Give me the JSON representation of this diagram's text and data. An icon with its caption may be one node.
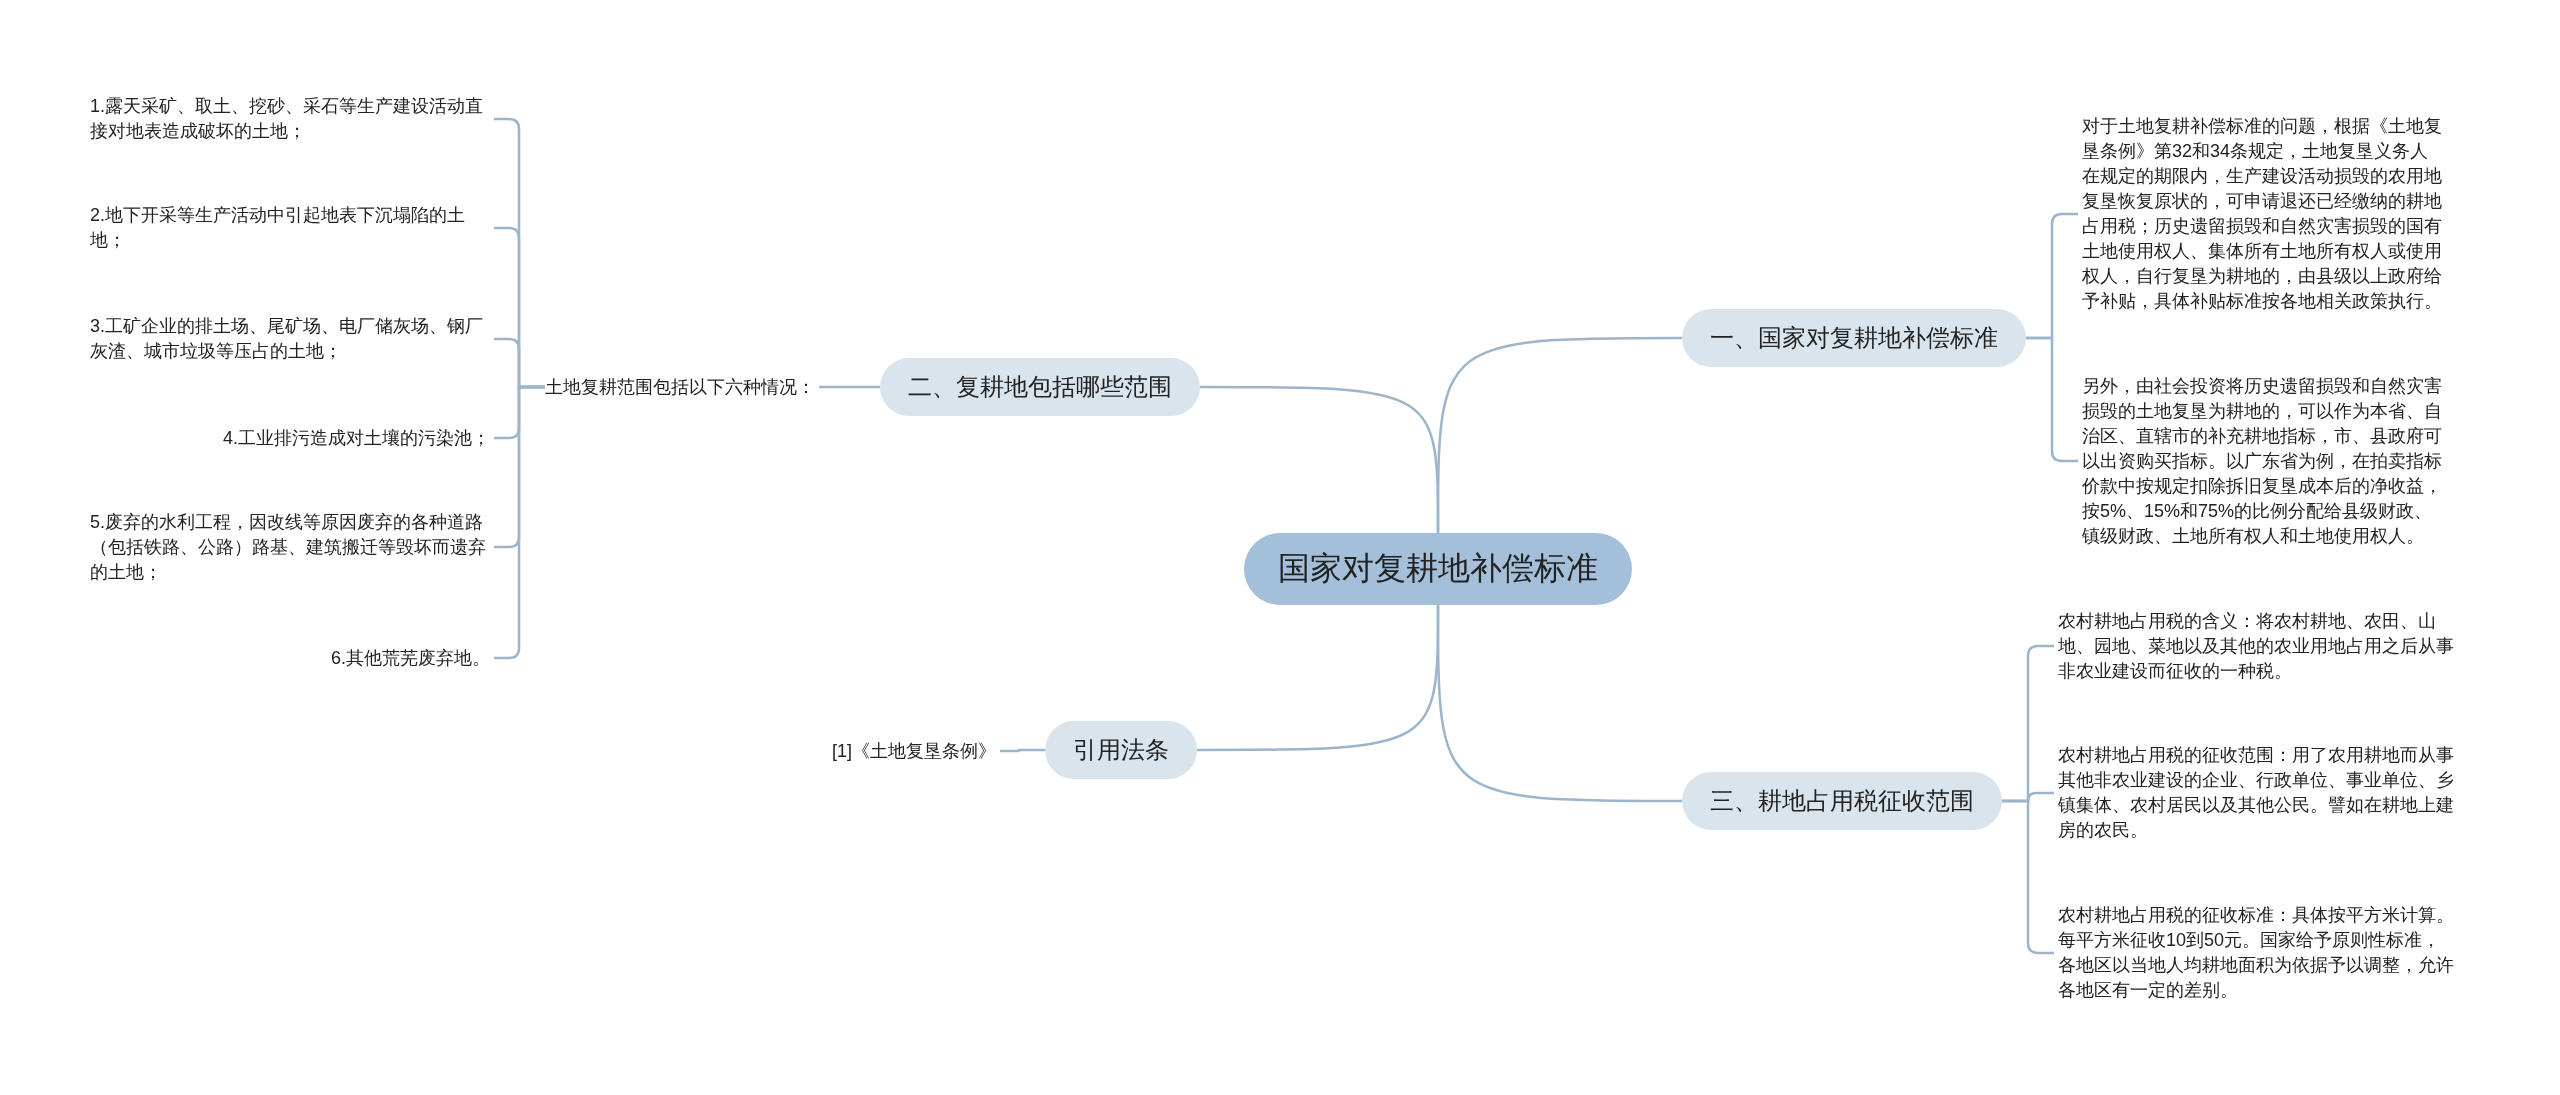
{
  "diagram": {
    "nodes": [
      {
        "text": [
          "国家对复耕地补偿标准"
        ]
      },
      {
        "text": [
          "一、国家对复耕地补偿标准"
        ]
      },
      {
        "text": [
          "对于土地复耕补偿标准的问题，根据《土地复垦条例》第32和34条规定，土地复垦义务人在规定的期限内，生产建设活动损毁的农用地复垦恢复原状的，可申请退还已经缴纳的耕地占用税；历史遗留损毁和自然灾害损毁的国有土地使用权人、集体所有土地所有权人或使用权人，自行复垦为耕地的，由县级以上政府给予补贴，具体补贴标准按各地相关政策执行。"
        ]
      },
      {
        "text": [
          "另外，由社会投资将历史遗留损毁和自然灾害损毁的土地复垦为耕地的，可以作为本省、自治区、直辖市的补充耕地指标，市、县政府可以出资购买指标。以广东省为例，在拍卖指标价款中按规定扣除拆旧复垦成本后的净收益，按5%、15%和75%的比例分配给县级财政、镇级财政、土地所有权人和土地使用权人。"
        ]
      },
      {
        "text": [
          "二、复耕地包括哪些范围"
        ]
      },
      {
        "text": [
          "土地复耕范围包括以下六种情况："
        ]
      },
      {
        "text": [
          "1.露天采矿、取土、挖砂、采石等生产建设活动直接对地表造成破坏的土地；"
        ]
      },
      {
        "text": [
          "2.地下开采等生产活动中引起地表下沉塌陷的土地；"
        ]
      },
      {
        "text": [
          "3.工矿企业的排土场、尾矿场、电厂储灰场、钢厂灰渣、城市垃圾等压占的土地；"
        ]
      },
      {
        "text": [
          "4.工业排污造成对土壤的污染池；"
        ]
      },
      {
        "text": [
          "5.废弃的水利工程，因改线等原因废弃的各种道路（包括铁路、公路）路基、建筑搬迁等毁坏而遗弃的土地；"
        ]
      },
      {
        "text": [
          "6.其他荒芜废弃地。"
        ]
      },
      {
        "text": [
          "三、耕地占用税征收范围"
        ]
      },
      {
        "text": [
          "农村耕地占用税的含义：将农村耕地、农田、山地、园地、菜地以及其他的农业用地占用之后从事非农业建设而征收的一种税。"
        ]
      },
      {
        "text": [
          "农村耕地占用税的征收范围：用了农用耕地而从事其他非农业建设的企业、行政单位、事业单位、乡镇集体、农村居民以及其他公民。譬如在耕地上建房的农民。"
        ]
      },
      {
        "text": [
          "农村耕地占用税的征收标准：具体按平方米计算。每平方米征收10到50元。国家给予原则性标准，各地区以当地人均耕地面积为依据予以调整，允许各地区有一定的差别。"
        ]
      },
      {
        "text": [
          "引用法条"
        ]
      },
      {
        "text": [
          "[1]《土地复垦条例》"
        ]
      }
    ],
    "edges": [
      {
        "from": 0,
        "to": 1,
        "arrow": "none"
      },
      {
        "from": 1,
        "to": 2,
        "arrow": "none"
      },
      {
        "from": 1,
        "to": 3,
        "arrow": "none"
      },
      {
        "from": 0,
        "to": 4,
        "arrow": "none"
      },
      {
        "from": 4,
        "to": 5,
        "arrow": "none"
      },
      {
        "from": 5,
        "to": 6,
        "arrow": "none"
      },
      {
        "from": 5,
        "to": 7,
        "arrow": "none"
      },
      {
        "from": 5,
        "to": 8,
        "arrow": "none"
      },
      {
        "from": 5,
        "to": 9,
        "arrow": "none"
      },
      {
        "from": 5,
        "to": 10,
        "arrow": "none"
      },
      {
        "from": 5,
        "to": 11,
        "arrow": "none"
      },
      {
        "from": 0,
        "to": 12,
        "arrow": "none"
      },
      {
        "from": 12,
        "to": 13,
        "arrow": "none"
      },
      {
        "from": 12,
        "to": 14,
        "arrow": "none"
      },
      {
        "from": 12,
        "to": 15,
        "arrow": "none"
      },
      {
        "from": 0,
        "to": 16,
        "arrow": "none"
      },
      {
        "from": 16,
        "to": 17,
        "arrow": "none"
      }
    ]
  }
}
